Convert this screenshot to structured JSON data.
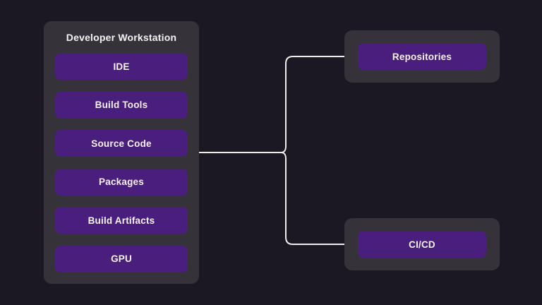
{
  "colors": {
    "bg": "#1b1823",
    "panel": "#35323a",
    "node": "#4a1e7d",
    "text": "#f5f3f1",
    "connector": "#efede9"
  },
  "workstation": {
    "title": "Developer Workstation",
    "items": [
      "IDE",
      "Build Tools",
      "Source Code",
      "Packages",
      "Build Artifacts",
      "GPU"
    ]
  },
  "targets": [
    {
      "label": "Repositories"
    },
    {
      "label": "CI/CD"
    }
  ],
  "edges": [
    {
      "from": "Developer Workstation",
      "to": "Repositories"
    },
    {
      "from": "Developer Workstation",
      "to": "CI/CD"
    }
  ]
}
